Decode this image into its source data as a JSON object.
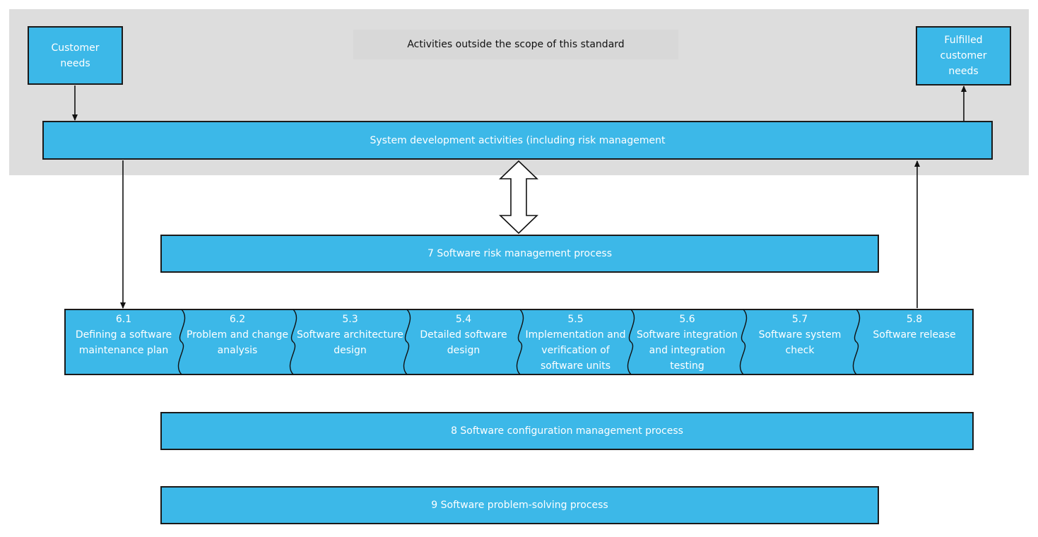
{
  "scope_label": "Activities outside the scope of this standard",
  "customer_needs": "Customer needs",
  "fulfilled_needs": "Fulfilled customer needs",
  "system_dev": "System development activities (including risk management",
  "risk_process": "7 Software risk management process",
  "config_process": "8 Software configuration management process",
  "problem_process": "9 Software problem-solving process",
  "stages": [
    {
      "num": "6.1",
      "title": "Defining a software maintenance plan"
    },
    {
      "num": "6.2",
      "title": "Problem and change analysis"
    },
    {
      "num": "5.3",
      "title": "Software architecture design"
    },
    {
      "num": "5.4",
      "title": "Detailed software design"
    },
    {
      "num": "5.5",
      "title": "Implementation and verification of software units"
    },
    {
      "num": "5.6",
      "title": "Software integration and integration testing"
    },
    {
      "num": "5.7",
      "title": "Software system check"
    },
    {
      "num": "5.8",
      "title": "Software release"
    }
  ],
  "colors": {
    "box_fill": "#3cb8e8",
    "scope_bg": "#dddddd",
    "stroke": "#1a1a1a"
  }
}
